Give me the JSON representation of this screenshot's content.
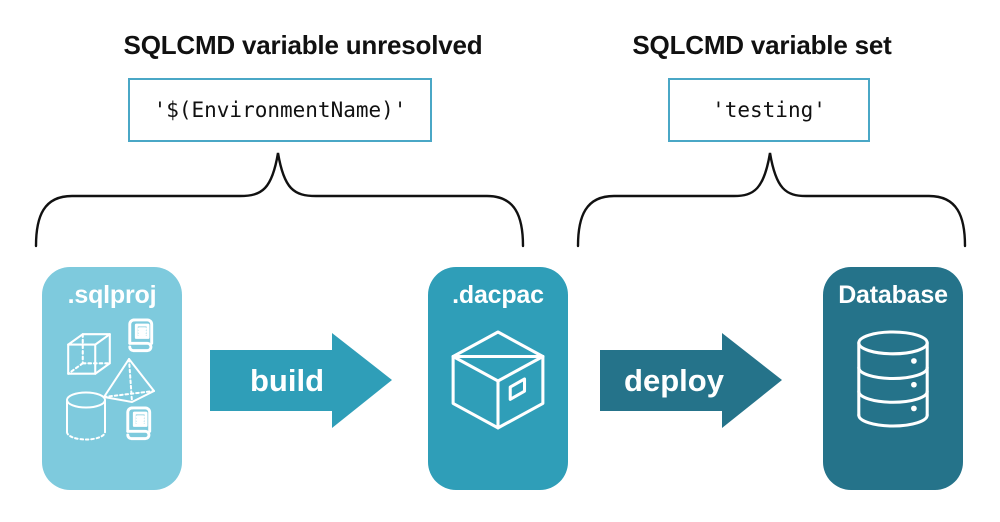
{
  "diagram": {
    "annotations": [
      {
        "id": "unresolved",
        "heading": "SQLCMD variable unresolved",
        "code": "'$(EnvironmentName)'"
      },
      {
        "id": "set",
        "heading": "SQLCMD variable set",
        "code": "'testing'"
      }
    ],
    "stages": [
      {
        "label": ".sqlproj",
        "icon": "sql-objects-icons",
        "color": "#7ecadd"
      },
      {
        "label": ".dacpac",
        "icon": "package-icon",
        "color": "#2f9eb8"
      },
      {
        "label": "Database",
        "icon": "database-icon",
        "color": "#25738a"
      }
    ],
    "arrows": [
      {
        "label": "build",
        "color": "#2f9eb8"
      },
      {
        "label": "deploy",
        "color": "#25738a"
      }
    ]
  },
  "colors": {
    "background": "#ffffff",
    "code_box_border": "#4aa7c6",
    "brace_stroke": "#111111",
    "heading_text": "#111111",
    "card_light": "#7ecadd",
    "card_medium": "#2f9eb8",
    "card_dark": "#25738a",
    "icon_stroke": "#ffffff"
  }
}
